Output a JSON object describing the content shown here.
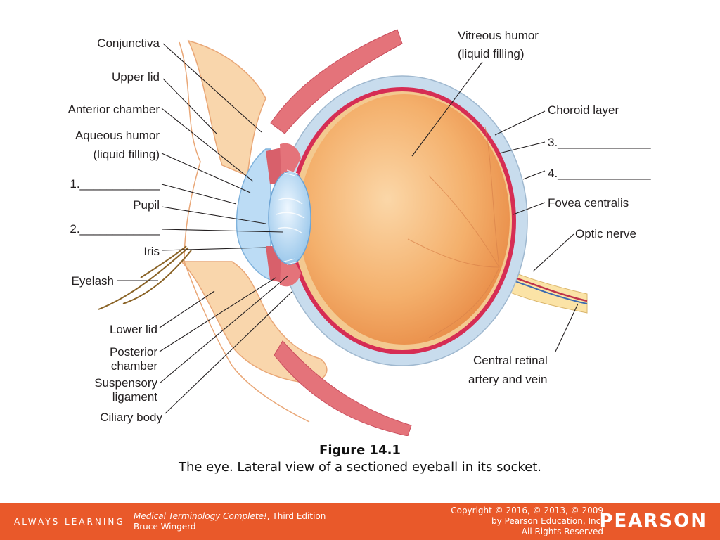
{
  "figure": {
    "number": "Figure 14.1",
    "caption": "The eye. Lateral view of a sectioned eyeball in its socket."
  },
  "labels": {
    "conjunctiva": "Conjunctiva",
    "upper_lid": "Upper lid",
    "anterior_chamber": "Anterior chamber",
    "aqueous_humor_1": "Aqueous humor",
    "aqueous_humor_2": "(liquid filling)",
    "blank_1": "1.____________",
    "pupil": "Pupil",
    "blank_2": "2.____________",
    "iris": "Iris",
    "eyelash": "Eyelash",
    "lower_lid": "Lower lid",
    "posterior_chamber_1": "Posterior",
    "posterior_chamber_2": "chamber",
    "suspensory_ligament_1": "Suspensory",
    "suspensory_ligament_2": "ligament",
    "ciliary_body": "Ciliary body",
    "vitreous_humor_1": "Vitreous humor",
    "vitreous_humor_2": "(liquid filling)",
    "choroid_layer": "Choroid layer",
    "blank_3": "3.______________",
    "blank_4": "4.______________",
    "fovea_centralis": "Fovea centralis",
    "optic_nerve": "Optic nerve",
    "central_retinal_1": "Central retinal",
    "central_retinal_2": "artery and vein"
  },
  "footer": {
    "tagline": "ALWAYS LEARNING",
    "book_title": "Medical Terminology Complete!",
    "book_edition": ", Third Edition",
    "author": "Bruce Wingerd",
    "copyright_1": "Copyright © 2016, © 2013, © 2009",
    "copyright_2": "by Pearson Education, Inc.",
    "copyright_3": "All Rights Reserved",
    "brand": "PEARSON"
  },
  "colors": {
    "footer_bg": "#e9592a",
    "eyeball": "#f2a967",
    "retina": "#d62d54",
    "sclera": "#c8dced",
    "lens": "#b7d8f0",
    "lid_skin": "#f9d6ac"
  }
}
